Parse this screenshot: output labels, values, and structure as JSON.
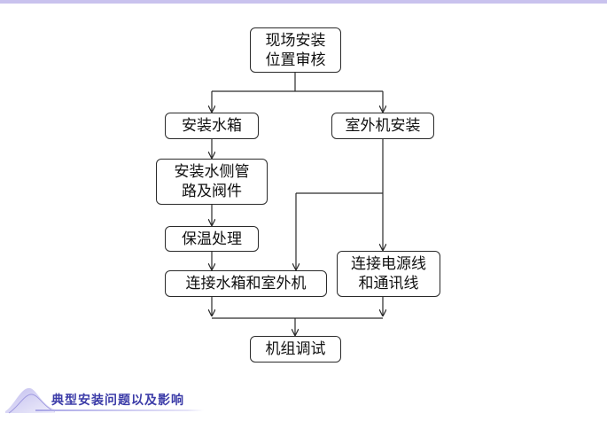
{
  "flowchart": {
    "nodes": {
      "site_check": "现场安装\n位置审核",
      "install_tank": "安装水箱",
      "install_outdoor": "室外机安装",
      "install_pipes": "安装水侧管\n路及阀件",
      "insulation": "保温处理",
      "connect_tank_outdoor": "连接水箱和室外机",
      "connect_power_comm": "连接电源线\n和通讯线",
      "commissioning": "机组调试"
    },
    "edges": [
      [
        "site_check",
        "install_tank"
      ],
      [
        "site_check",
        "install_outdoor"
      ],
      [
        "install_tank",
        "install_pipes"
      ],
      [
        "install_pipes",
        "insulation"
      ],
      [
        "insulation",
        "connect_tank_outdoor"
      ],
      [
        "install_outdoor",
        "connect_tank_outdoor"
      ],
      [
        "install_outdoor",
        "connect_power_comm"
      ],
      [
        "connect_tank_outdoor",
        "commissioning"
      ],
      [
        "connect_power_comm",
        "commissioning"
      ]
    ]
  },
  "footer": {
    "title": "典型安装问题以及影响"
  },
  "colors": {
    "top_bar": "#c9c2ee",
    "footer_text": "#3c3ca8",
    "border": "#2a2a2a"
  }
}
